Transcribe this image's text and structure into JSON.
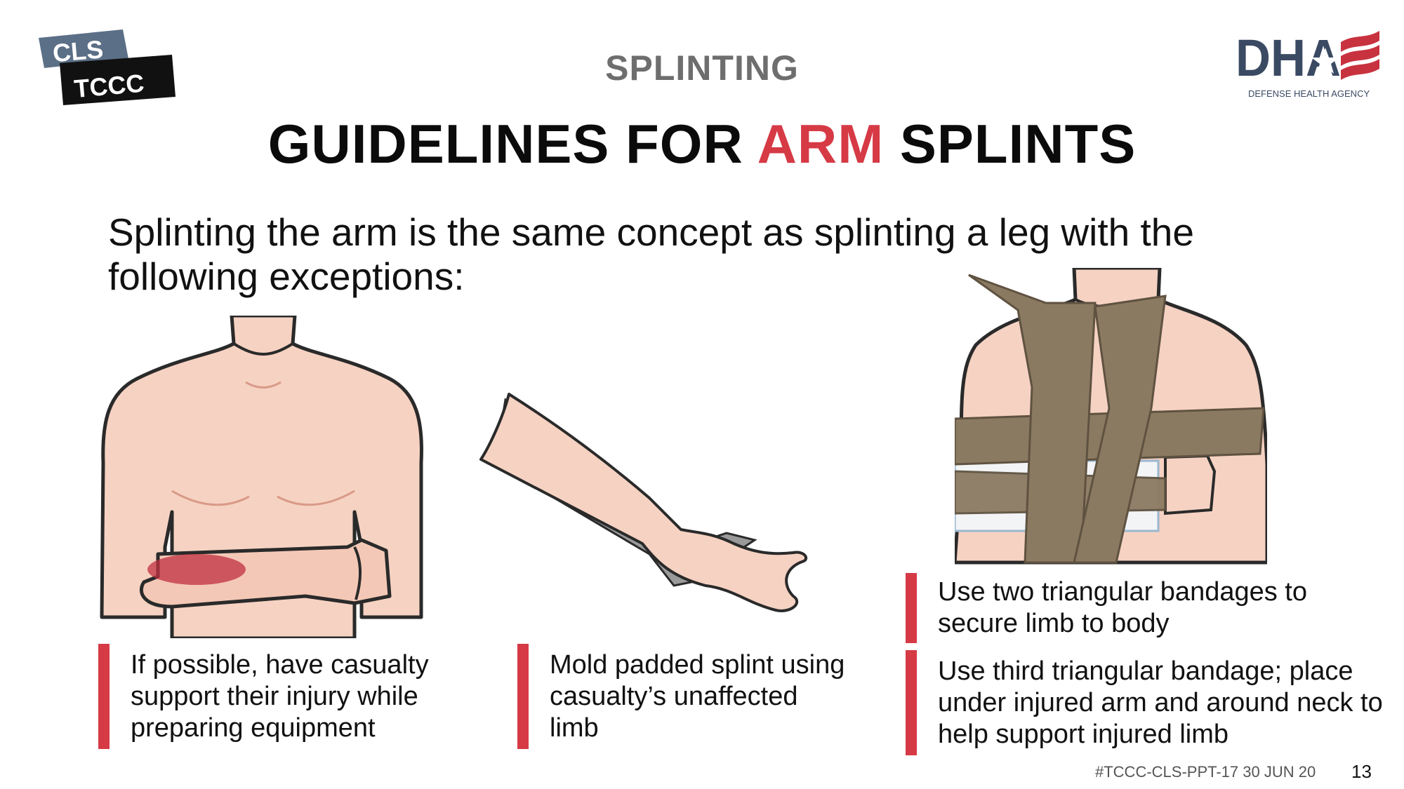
{
  "logos": {
    "cls_tccc": {
      "line1": "CLS",
      "line2": "TCCC"
    },
    "dha": {
      "wordmark": "DHA",
      "tagline": "DEFENSE HEALTH AGENCY"
    }
  },
  "header": {
    "section": "SPLINTING",
    "title_before": "GUIDELINES FOR ",
    "title_accent": "ARM",
    "title_after": " SPLINTS"
  },
  "intro": "Splinting the arm is the same concept as splinting a leg with the following exceptions:",
  "callouts": [
    {
      "text": "If possible, have casualty support their injury while preparing equipment"
    },
    {
      "text": "Mold padded splint using casualty’s unaffected limb"
    },
    {
      "text": "Use two triangular bandages to secure limb to body"
    },
    {
      "text": "Use third triangular bandage; place under injured arm and around neck to help support injured limb"
    }
  ],
  "footer": {
    "code": "#TCCC-CLS-PPT-17 30 JUN 20",
    "page": "13"
  },
  "colors": {
    "accent": "#d63a45",
    "skin": "#f6d2c2",
    "bandage": "#8b7a62",
    "outline": "#2a2a2a"
  }
}
